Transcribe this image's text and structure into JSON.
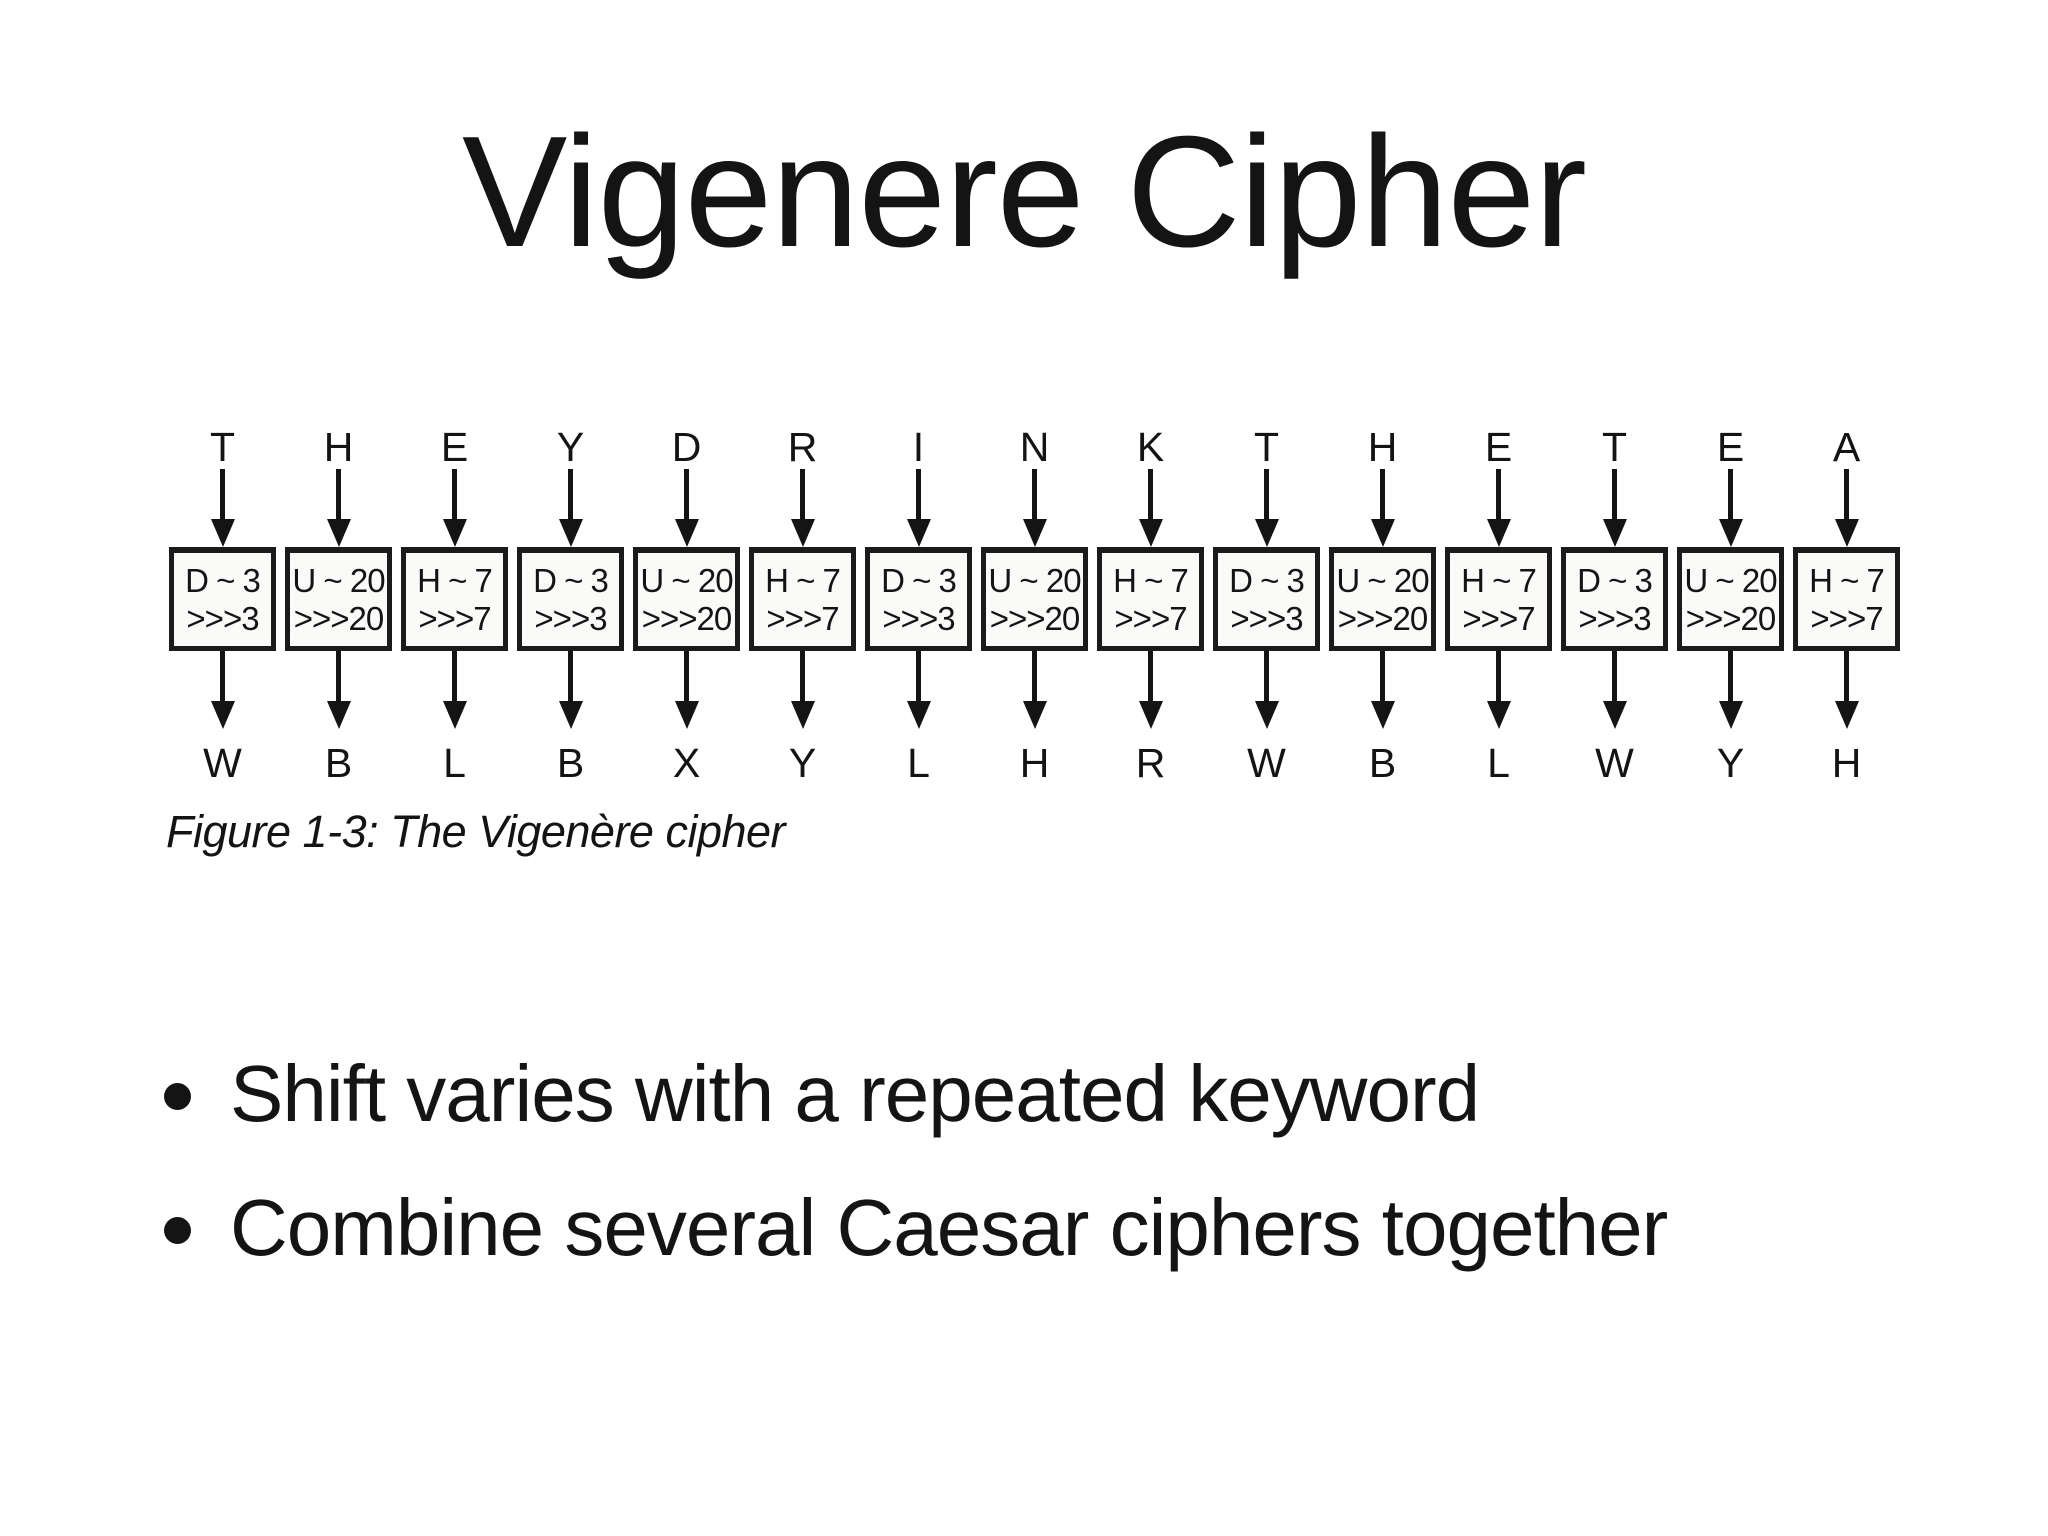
{
  "slide": {
    "title": "Vigenere Cipher",
    "bullets": [
      "Shift varies with a repeated keyword",
      "Combine several Caesar ciphers together"
    ]
  },
  "figure": {
    "caption": "Figure 1-3: The Vigenère cipher",
    "columns": [
      {
        "input": "T",
        "key": "D ~ 3",
        "shift": ">>>3",
        "output": "W"
      },
      {
        "input": "H",
        "key": "U ~ 20",
        "shift": ">>>20",
        "output": "B"
      },
      {
        "input": "E",
        "key": "H ~ 7",
        "shift": ">>>7",
        "output": "L"
      },
      {
        "input": "Y",
        "key": "D ~ 3",
        "shift": ">>>3",
        "output": "B"
      },
      {
        "input": "D",
        "key": "U ~ 20",
        "shift": ">>>20",
        "output": "X"
      },
      {
        "input": "R",
        "key": "H ~ 7",
        "shift": ">>>7",
        "output": "Y"
      },
      {
        "input": "I",
        "key": "D ~ 3",
        "shift": ">>>3",
        "output": "L"
      },
      {
        "input": "N",
        "key": "U ~ 20",
        "shift": ">>>20",
        "output": "H"
      },
      {
        "input": "K",
        "key": "H ~ 7",
        "shift": ">>>7",
        "output": "R"
      },
      {
        "input": "T",
        "key": "D ~ 3",
        "shift": ">>>3",
        "output": "W"
      },
      {
        "input": "H",
        "key": "U ~ 20",
        "shift": ">>>20",
        "output": "B"
      },
      {
        "input": "E",
        "key": "H ~ 7",
        "shift": ">>>7",
        "output": "L"
      },
      {
        "input": "T",
        "key": "D ~ 3",
        "shift": ">>>3",
        "output": "W"
      },
      {
        "input": "E",
        "key": "U ~ 20",
        "shift": ">>>20",
        "output": "Y"
      },
      {
        "input": "A",
        "key": "H ~ 7",
        "shift": ">>>7",
        "output": "H"
      }
    ]
  },
  "colors": {
    "ink": "#141414",
    "background": "#ffffff",
    "box_fill": "#fafaf9"
  }
}
